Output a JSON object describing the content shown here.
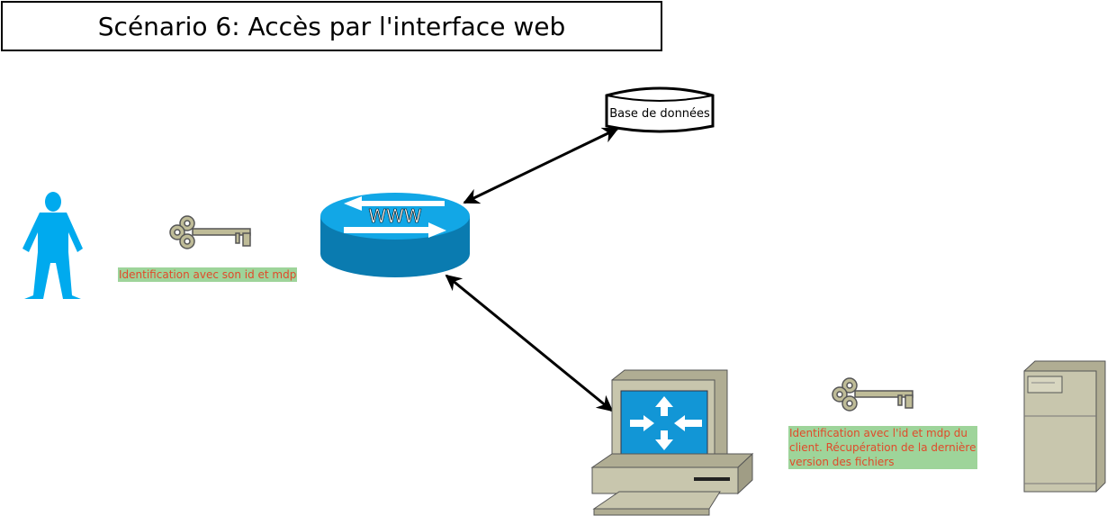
{
  "title": "Scénario 6: Accès par l'interface web",
  "nodes": {
    "database": "Base de données",
    "web_server": "WWW"
  },
  "notes": {
    "user_auth": "Identification avec son id et mdp",
    "client_auth": "Identification avec l'id et mdp du client. Récupération de la dernière version des fichiers"
  },
  "icons": [
    "person-icon",
    "key-icon",
    "web-server-icon",
    "database-icon",
    "workstation-icon",
    "file-server-icon"
  ],
  "colors": {
    "person": "#00aaee",
    "web_server_top": "#12a7e6",
    "web_server_side": "#0a7bb0",
    "note_background": "#9ed49a",
    "note_text": "#e04a2a",
    "hardware": "#c8c6ad"
  }
}
